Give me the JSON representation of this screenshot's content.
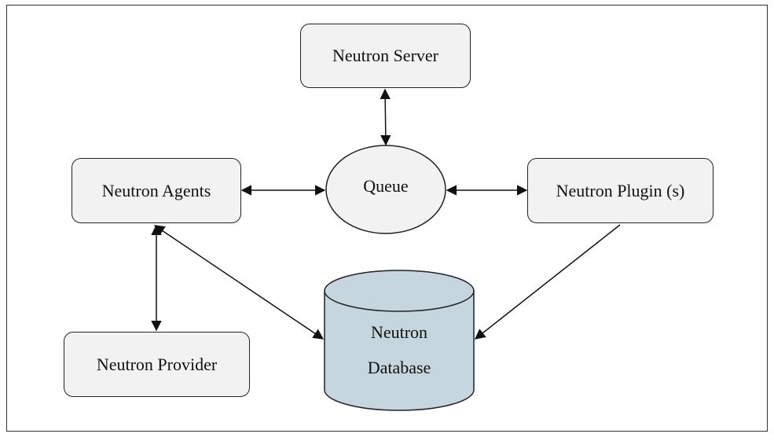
{
  "nodes": {
    "server": "Neutron Server",
    "queue": "Queue",
    "agents": "Neutron Agents",
    "plugin": "Neutron Plugin (s)",
    "provider": "Neutron Provider",
    "database_line1": "Neutron",
    "database_line2": "Database"
  },
  "colors": {
    "box_fill": "#f2f2f2",
    "database_fill": "#c5d6de",
    "stroke": "#222222"
  }
}
